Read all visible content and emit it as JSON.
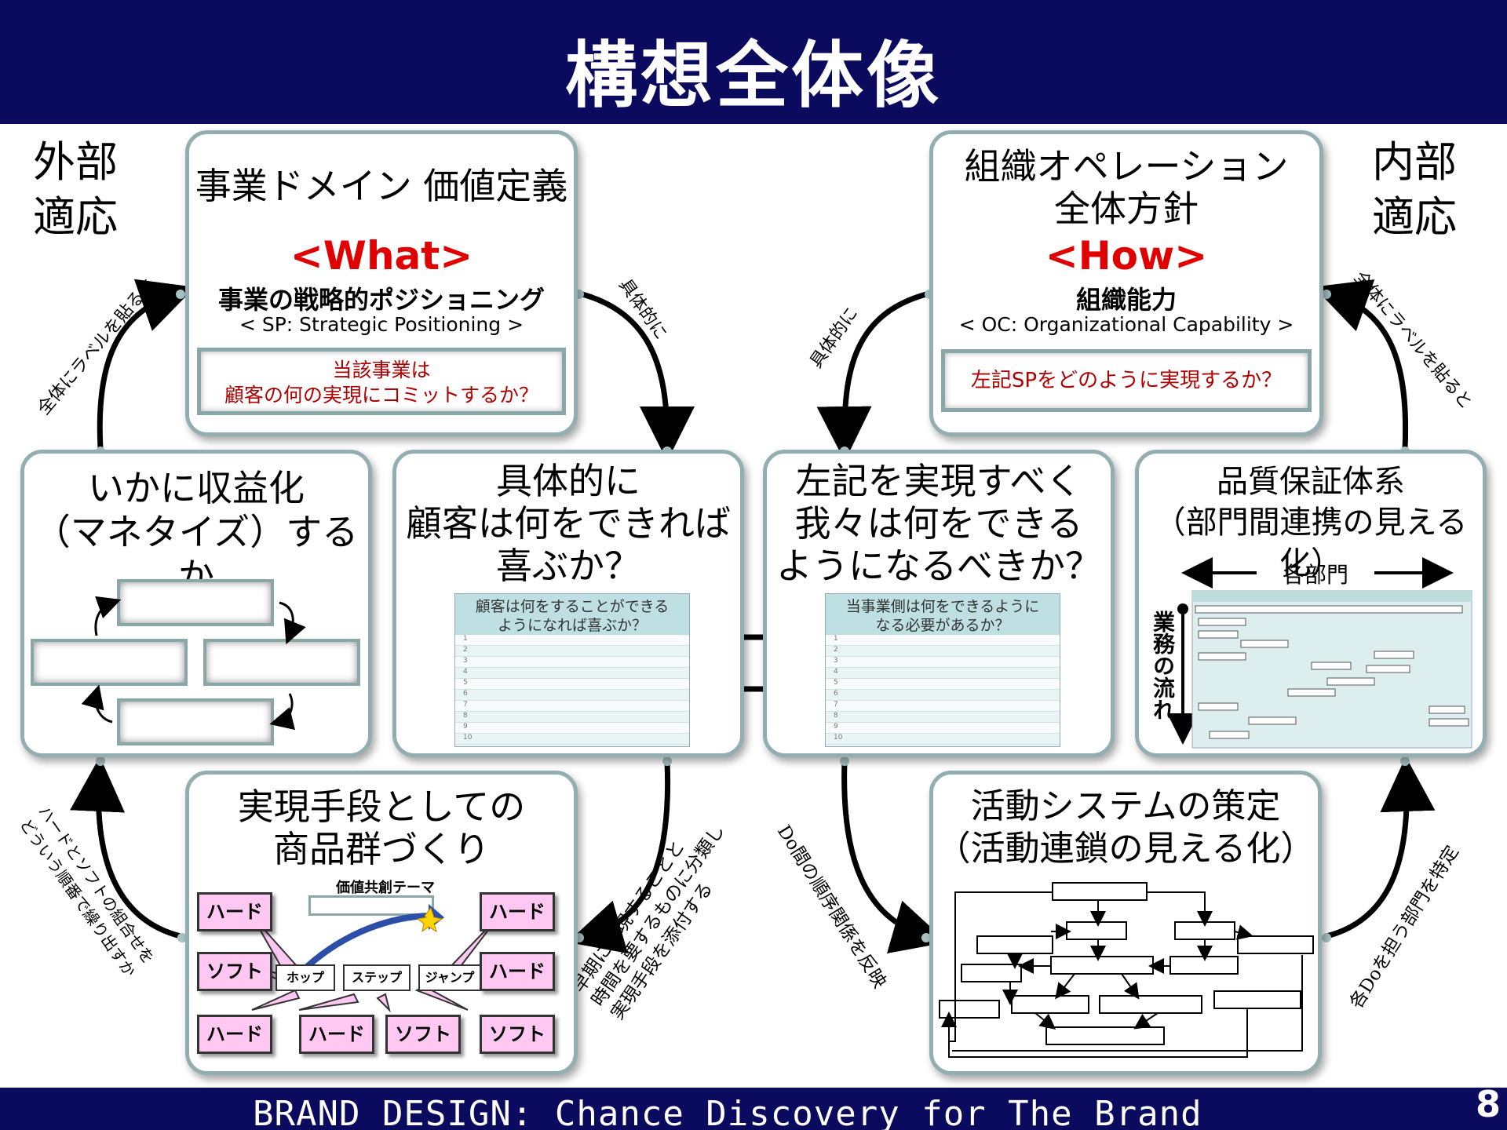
{
  "title": "構想全体像",
  "footer": "BRAND DESIGN: Chance Discovery for The Brand",
  "page_number": "8",
  "side_labels": {
    "external": "外部\n適応",
    "internal": "内部\n適応"
  },
  "top_left": {
    "title": "事業ドメイン 価値定義",
    "tag": "<What>",
    "bold": "事業の戦略的ポジショニング",
    "sub": "< SP: Strategic Positioning >",
    "question_line1": "当該事業は",
    "question_line2": "顧客の何の実現にコミットするか？"
  },
  "top_right": {
    "title": "組織オペレーション\n全体方針",
    "tag": "<How>",
    "bold": "組織能力",
    "sub": "< OC: Organizational Capability >",
    "question": "左記SPをどのように実現するか？"
  },
  "mid_left": {
    "title": "いかに収益化\n（マネタイズ）するか"
  },
  "mid_center_left": {
    "title": "具体的に\n顧客は何をできれば\n喜ぶか？",
    "table_header": "顧客は何をすることができる\nようになれば喜ぶか？"
  },
  "mid_center_right": {
    "title": "左記を実現すべく\n我々は何をできる\nようになるべきか？",
    "table_header": "当事業側は何をできるように\nなる必要があるか？"
  },
  "mid_right": {
    "title": "品質保証体系\n（部門間連携の見える化）",
    "departments": "各部門",
    "flow": "業務の流れ"
  },
  "bottom_left": {
    "title": "実現手段としての\n商品群づくり",
    "theme": "価値共創テーマ",
    "steps": [
      "ホップ",
      "ステップ",
      "ジャンプ"
    ],
    "boxes": [
      "ハード",
      "ソフト",
      "ハード",
      "ハード",
      "ソフト",
      "ハード",
      "ハード",
      "ソフト"
    ]
  },
  "bottom_right": {
    "title": "活動システムの策定\n（活動連鎖の見える化）"
  },
  "arrow_labels": {
    "top_left_up": "全体にラベルを貼ると",
    "top_left_down": "具体的に",
    "top_right_down": "具体的に",
    "top_right_up": "全体にラベルを貼ると",
    "bottom_left": "ハードとソフトの組合せを\nどういう順番で繰り出すか",
    "bottom_center_left": "早期に実現することと\n時間を要するものに分類し\n実現手段を添付する",
    "bottom_center_right": "Do間の順序関係を反映",
    "bottom_right": "各Doを担う部門を特定"
  },
  "table_row_numbers": [
    "1",
    "2",
    "3",
    "4",
    "5",
    "6",
    "7",
    "8",
    "9",
    "10"
  ],
  "colors": {
    "navy": "#0a0a5e",
    "card_border": "#93aeb0",
    "red": "#e00000",
    "pink": "#ffc8f2"
  }
}
